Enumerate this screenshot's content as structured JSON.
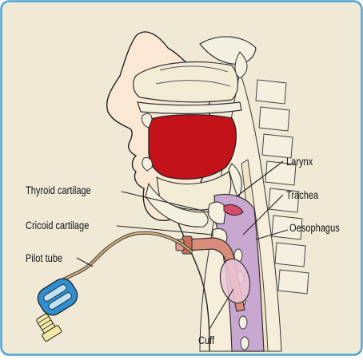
{
  "labels": {
    "larynx": "Larynx",
    "trachea": "Trachea",
    "oesophagus": "Oesophagus",
    "thyroid_cartilage": "Thyroid cartilage",
    "cricoid_cartilage": "Cricoid cartilage",
    "pilot_tube": "Pilot tube",
    "cuff": "Cuff"
  },
  "colors": {
    "background": "#efe9d6",
    "border": "#4aa3d8",
    "skin": "#f2d2b5",
    "soft_tissue_bg": "#f0ead6",
    "bone": "#f3f0e0",
    "mouth": "#c4121b",
    "trachea": "#c8a7d0",
    "tube": "#d98c7a",
    "pilot_balloon": "#2e8fd0",
    "pilot_tube": "#d6b07a"
  }
}
